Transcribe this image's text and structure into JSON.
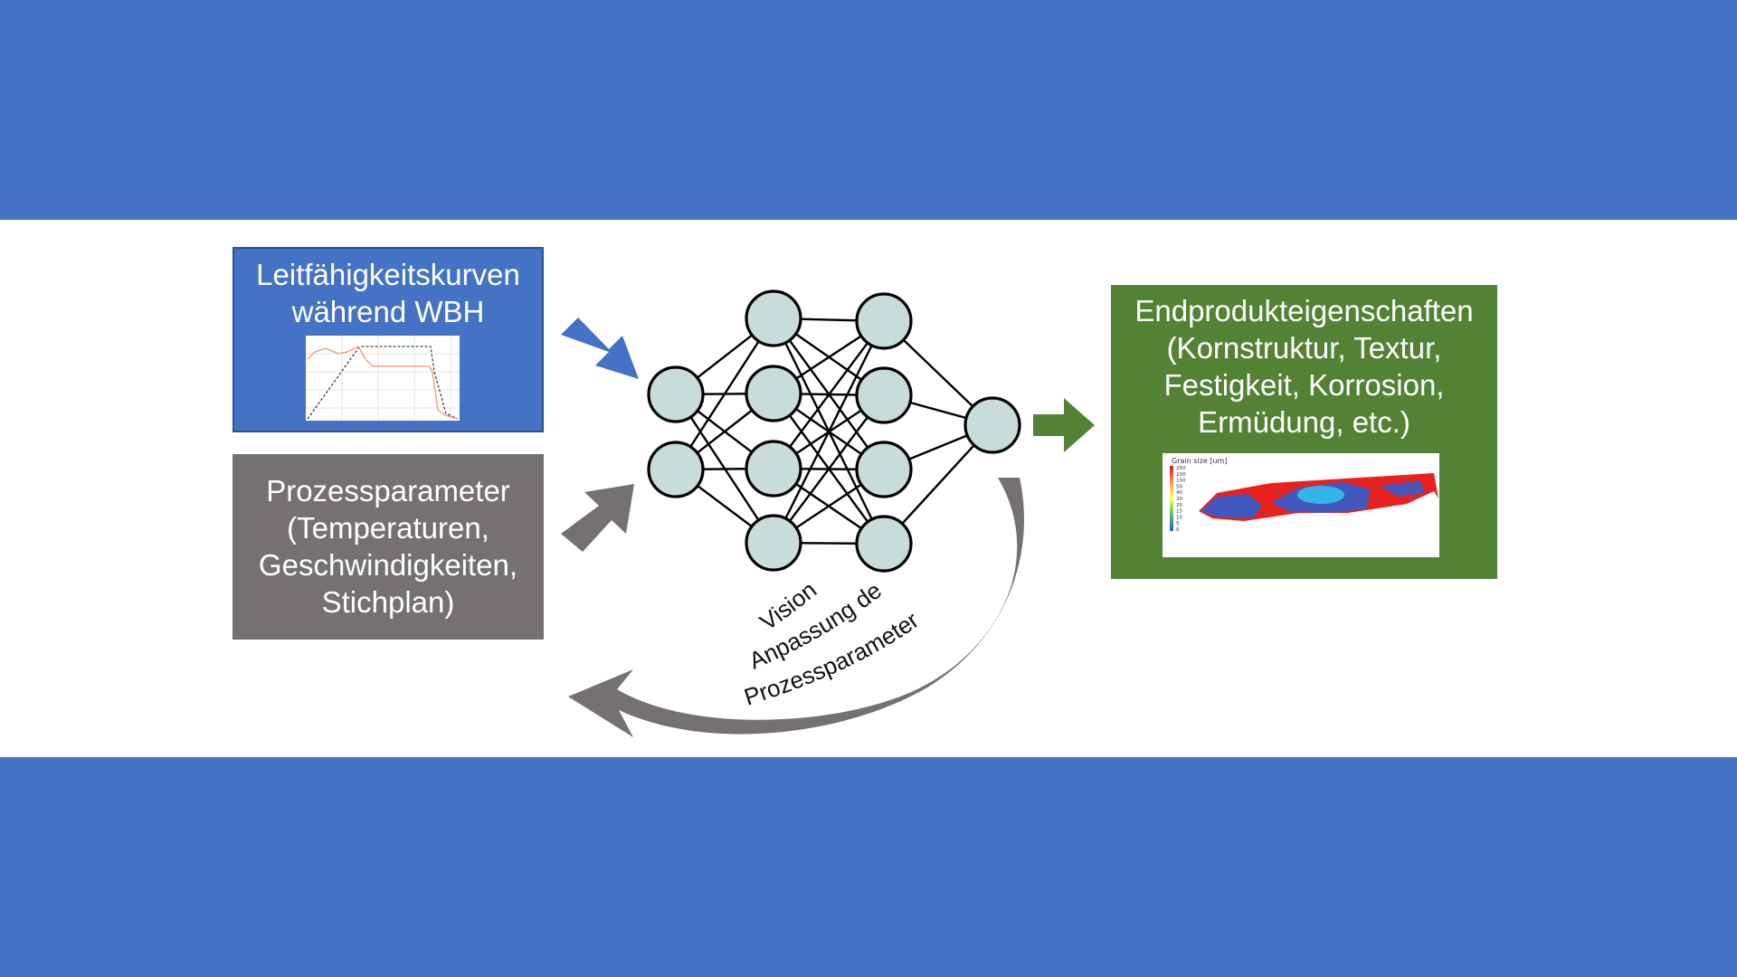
{
  "input_box_1": {
    "lines": [
      "Leitfähigkeitskurven",
      "während WBH"
    ]
  },
  "input_box_2": {
    "lines": [
      "Prozessparameter",
      "(Temperaturen,",
      "Geschwindigkeiten,",
      "Stichplan)"
    ]
  },
  "output_box": {
    "lines": [
      "Endprodukteigenschaften",
      "(Kornstruktur, Textur,",
      "Festigkeit, Korrosion,",
      "Ermüdung, etc.)"
    ]
  },
  "grain_plot": {
    "label": "Grain size [um]",
    "scale": [
      "250",
      "200",
      "150",
      "50",
      "40",
      "30",
      "25",
      "15",
      "10",
      "5",
      "0"
    ]
  },
  "feedback": {
    "lines": [
      "Vision:",
      "Anpassung der",
      "Prozessparameter"
    ]
  },
  "colors": {
    "band": "#4472C4",
    "input_box_1": "#4472C4",
    "input_box_2": "#767171",
    "output_box": "#548235",
    "node_fill": "#C8DCDC",
    "arrow_blue": "#4472C4",
    "arrow_gray": "#767171",
    "arrow_green": "#548235"
  }
}
